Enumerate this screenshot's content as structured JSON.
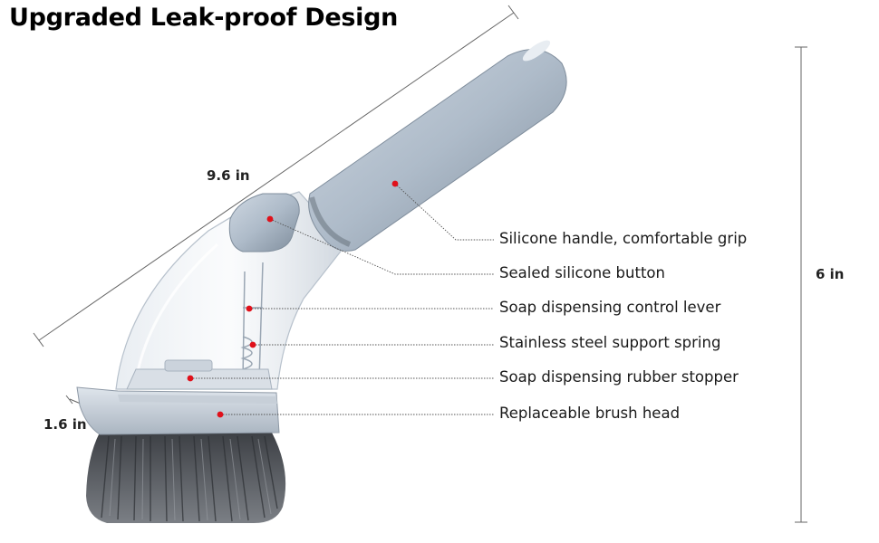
{
  "title": "Upgraded Leak-proof Design",
  "dimensions": {
    "length": "9.6 in",
    "height": "6 in",
    "width": "1.6 in"
  },
  "callouts": [
    "Silicone handle, comfortable grip",
    "Sealed silicone button",
    "Soap dispensing control lever",
    "Stainless steel support spring",
    "Soap dispensing rubber stopper",
    "Replaceable brush head"
  ],
  "colors": {
    "marker": "#e0101a",
    "leader_line": "#555555",
    "handle": "#aebbc9",
    "bristles": "#4a4d52"
  }
}
